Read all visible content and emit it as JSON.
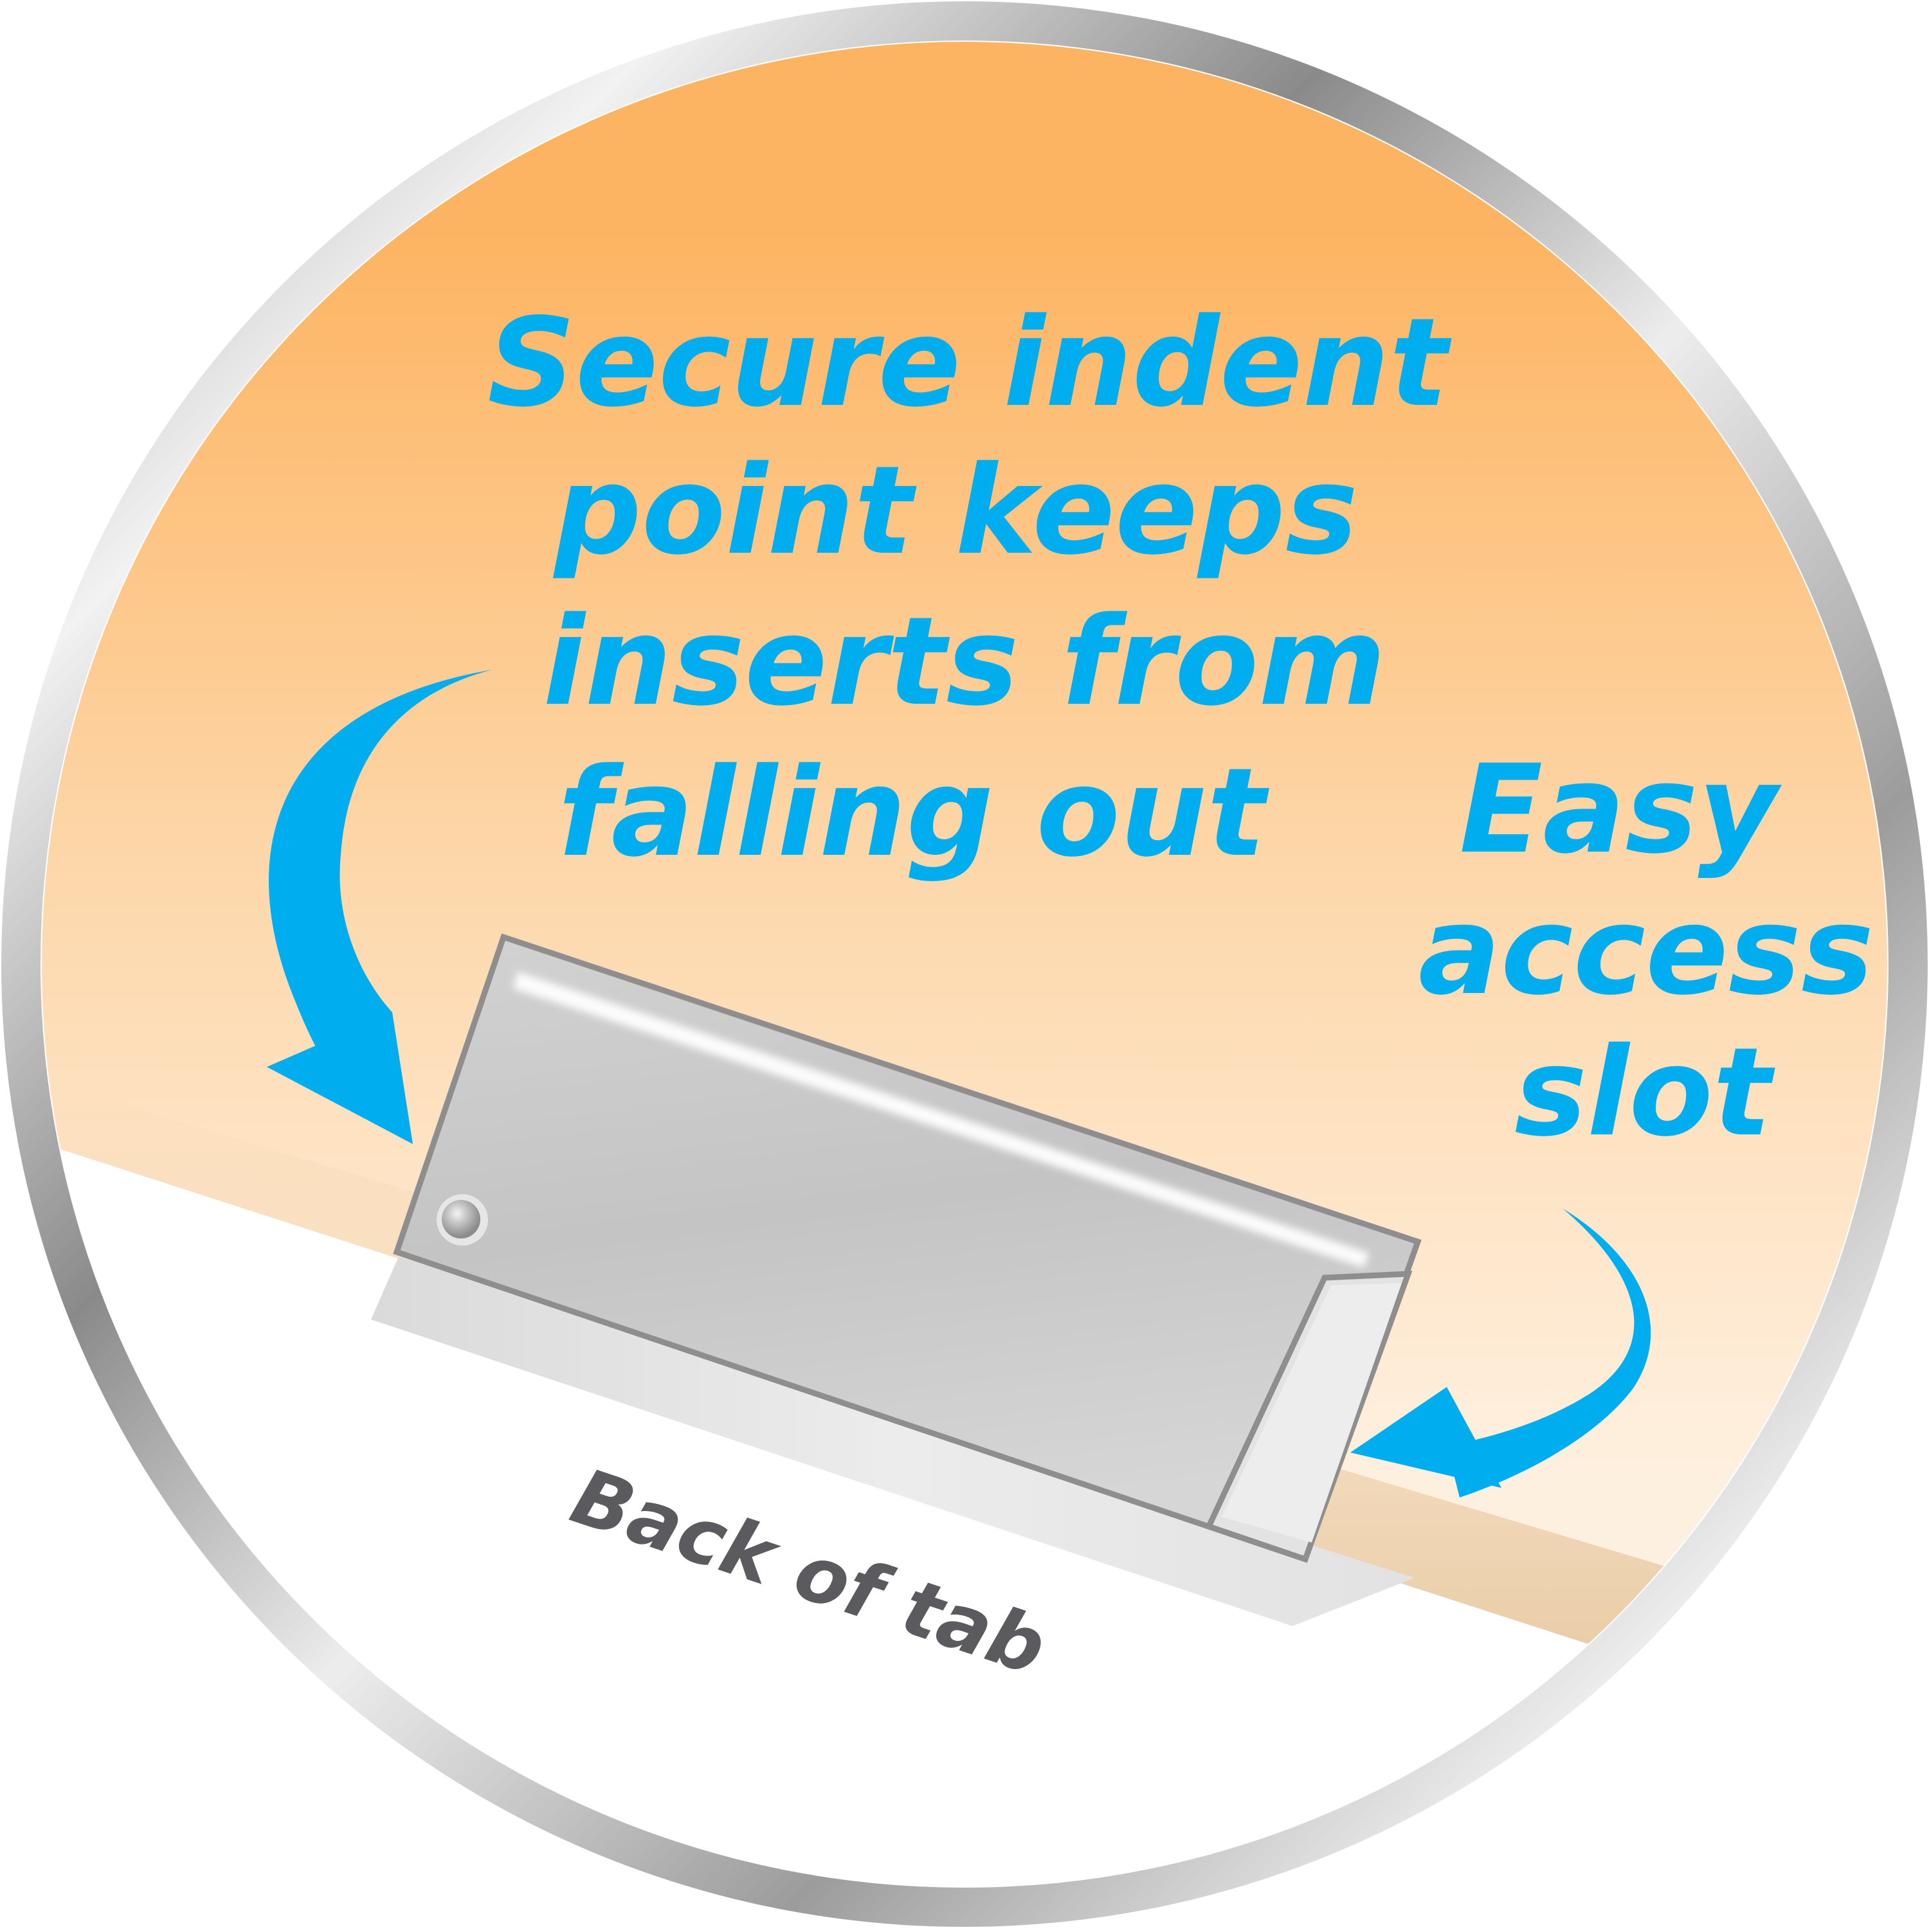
{
  "callout_indent": {
    "lines": [
      "Secure indent",
      "point keeps",
      "inserts from",
      "falling out"
    ]
  },
  "callout_slot": {
    "lines": [
      "Easy",
      "access",
      "slot"
    ]
  },
  "tab_label": "Back of tab",
  "colors": {
    "callout_text": "#00AEEF",
    "arrow": "#00AEEF",
    "label_text": "#5B5B5F",
    "background_top": "#FDB462",
    "background_bottom": "#FEF6EC",
    "ring_dark": "#8C8C8C",
    "ring_light": "#F2F2F2",
    "tab_fill": "#C9C9C9",
    "tab_outline": "#8E8E8E"
  },
  "icons": {
    "indent_arrow": "curved-arrow-down-icon",
    "slot_arrow": "curved-arrow-left-icon"
  }
}
